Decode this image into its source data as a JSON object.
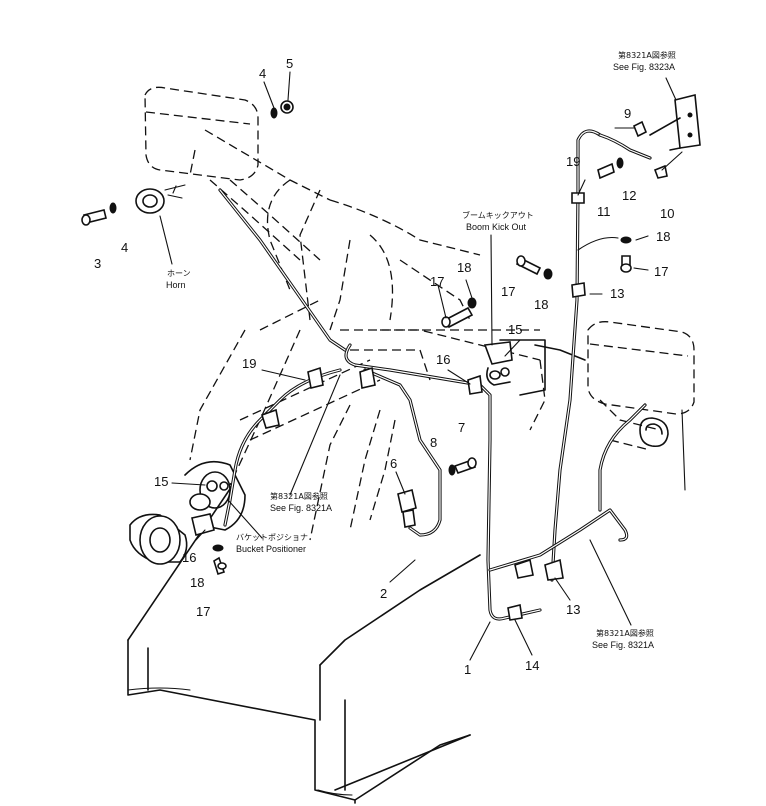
{
  "labels": {
    "see_fig_8323a_jp": "第8321A図参照",
    "see_fig_8323a": "See Fig. 8323A",
    "horn_jp": "ホーン",
    "horn": "Horn",
    "boom_kick_out_jp": "ブームキックアウト",
    "boom_kick_out": "Boom Kick Out",
    "see_fig_8321a_jp_left": "第8321A図参照",
    "see_fig_8321a_left": "See Fig. 8321A",
    "bucket_positioner_jp": "バケットポジショナ",
    "bucket_positioner": "Bucket Positioner",
    "see_fig_8321a_jp_right": "第8321A図参照",
    "see_fig_8321a_right": "See Fig. 8321A"
  },
  "callouts": {
    "n1": "1",
    "n2": "2",
    "n3": "3",
    "n4a": "4",
    "n4b": "4",
    "n5": "5",
    "n6": "6",
    "n7": "7",
    "n8": "8",
    "n9": "9",
    "n10": "10",
    "n11": "11",
    "n12": "12",
    "n13a": "13",
    "n13b": "13",
    "n14": "14",
    "n15a": "15",
    "n15b": "15",
    "n16a": "16",
    "n16b": "16",
    "n17a": "17",
    "n17b": "17",
    "n17c": "17",
    "n17d": "17",
    "n18a": "18",
    "n18b": "18",
    "n18c": "18",
    "n18d": "18",
    "n19a": "19",
    "n19b": "19"
  }
}
